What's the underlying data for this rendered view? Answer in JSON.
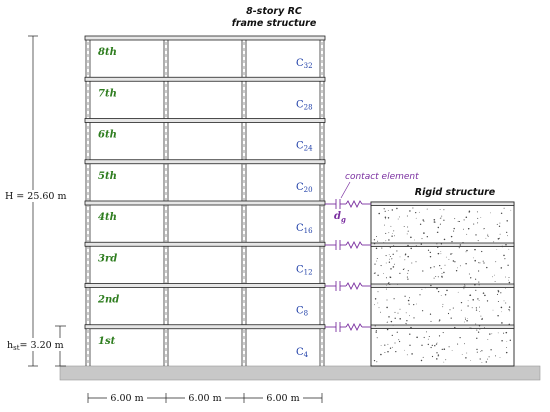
{
  "title_lines": [
    "8-story RC",
    "frame structure"
  ],
  "rigid_label": "Rigid structure",
  "contact_label": "contact element",
  "gap_label": "d",
  "gap_sub": "g",
  "height_label": "H = 25.60 m",
  "story_height_label": "h",
  "story_height_sub": "st",
  "story_height_value": "= 3.20 m",
  "bay_labels": [
    "6.00 m",
    "6.00 m",
    "6.00 m"
  ],
  "stories": [
    {
      "label": "1st",
      "col": "C",
      "col_num": "4"
    },
    {
      "label": "2nd",
      "col": "C",
      "col_num": "8"
    },
    {
      "label": "3rd",
      "col": "C",
      "col_num": "12"
    },
    {
      "label": "4th",
      "col": "C",
      "col_num": "16"
    },
    {
      "label": "5th",
      "col": "C",
      "col_num": "20"
    },
    {
      "label": "6th",
      "col": "C",
      "col_num": "24"
    },
    {
      "label": "7th",
      "col": "C",
      "col_num": "28"
    },
    {
      "label": "8th",
      "col": "C",
      "col_num": "32"
    }
  ],
  "colors": {
    "story": "#2e7d1f",
    "column": "#1f3fa8",
    "contact": "#7a2fa0",
    "ground": "#c8c8c8"
  }
}
